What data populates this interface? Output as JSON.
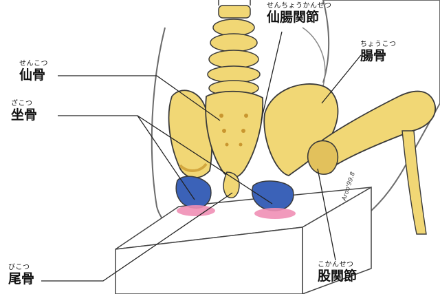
{
  "labels": {
    "sacroiliac": {
      "furigana": "せんちょうかんせつ",
      "text": "仙腸関節"
    },
    "ilium": {
      "furigana": "ちょうこつ",
      "text": "腸骨"
    },
    "sacrum": {
      "furigana": "せんこつ",
      "text": "仙骨"
    },
    "ischium": {
      "furigana": "ざこつ",
      "text": "坐骨"
    },
    "coccyx": {
      "furigana": "びこつ",
      "text": "尾骨"
    },
    "hip_joint": {
      "furigana": "こかんせつ",
      "text": "股関節"
    }
  },
  "signature": "Aron'99.8",
  "colors": {
    "bone": "#f1d775",
    "bone_shadow": "#d3a73f",
    "ischium_blue": "#3b62b8",
    "contact_pink": "#ef8fb5",
    "outline": "#3a3a3a"
  }
}
